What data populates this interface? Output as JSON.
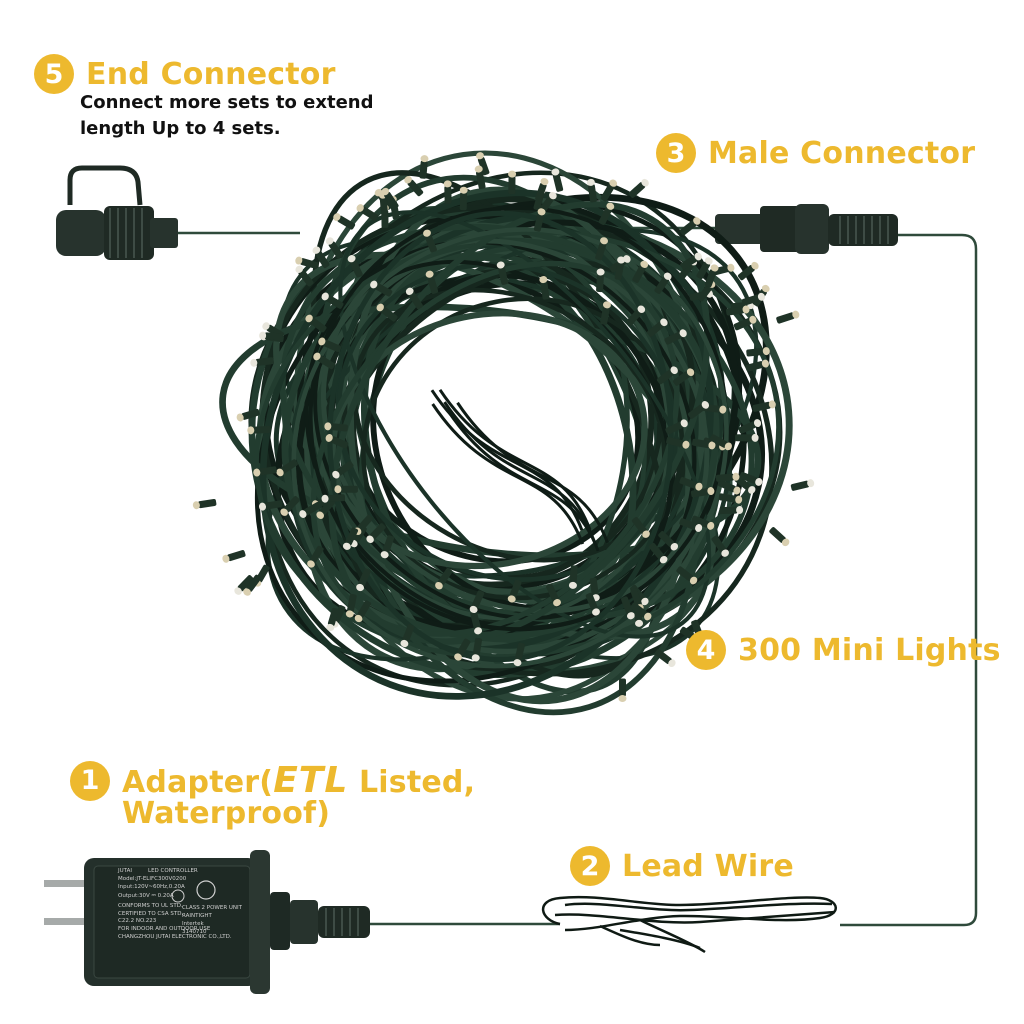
{
  "callouts": [
    {
      "number": "1",
      "text_before": "Adapter(",
      "text_etl": "ETL",
      "text_after": "Listed,",
      "line2": "Waterproof)"
    },
    {
      "number": "2",
      "text": "Lead Wire"
    },
    {
      "number": "3",
      "text": "Male Connector"
    },
    {
      "number": "4",
      "text": "300 Mini Lights"
    },
    {
      "number": "5",
      "text": "End Connector",
      "note_line1": "Connect more sets to extend",
      "note_line2": "length Up to 4 sets."
    }
  ],
  "adapter_plate": {
    "brand": "JUTAI",
    "line1": "LED CONTROLLER",
    "line2": "Model:JT-ELIFC300V0200",
    "line3": "Input:120V~60Hz,0.20A",
    "line4": "Output:30V ⎓ 0.20A",
    "line5": "CONFORMS TO UL STD.",
    "line6": "CERTIFIED TO CSA STD.",
    "line7": "C22.2 NO.223",
    "line8": "FOR INDOOR AND OUTDOOR USE",
    "line9": "CHANGZHOU JUTAI ELECTRONIC CO.,LTD.",
    "cert_1": "CLASS 2 POWER UNIT",
    "cert_2": "RAINTIGHT",
    "cert_3": "Intertek",
    "cert_4": "3140710"
  },
  "colors": {
    "accent": "#edb92e",
    "wire": "#1b3328",
    "device": "#24302b"
  }
}
